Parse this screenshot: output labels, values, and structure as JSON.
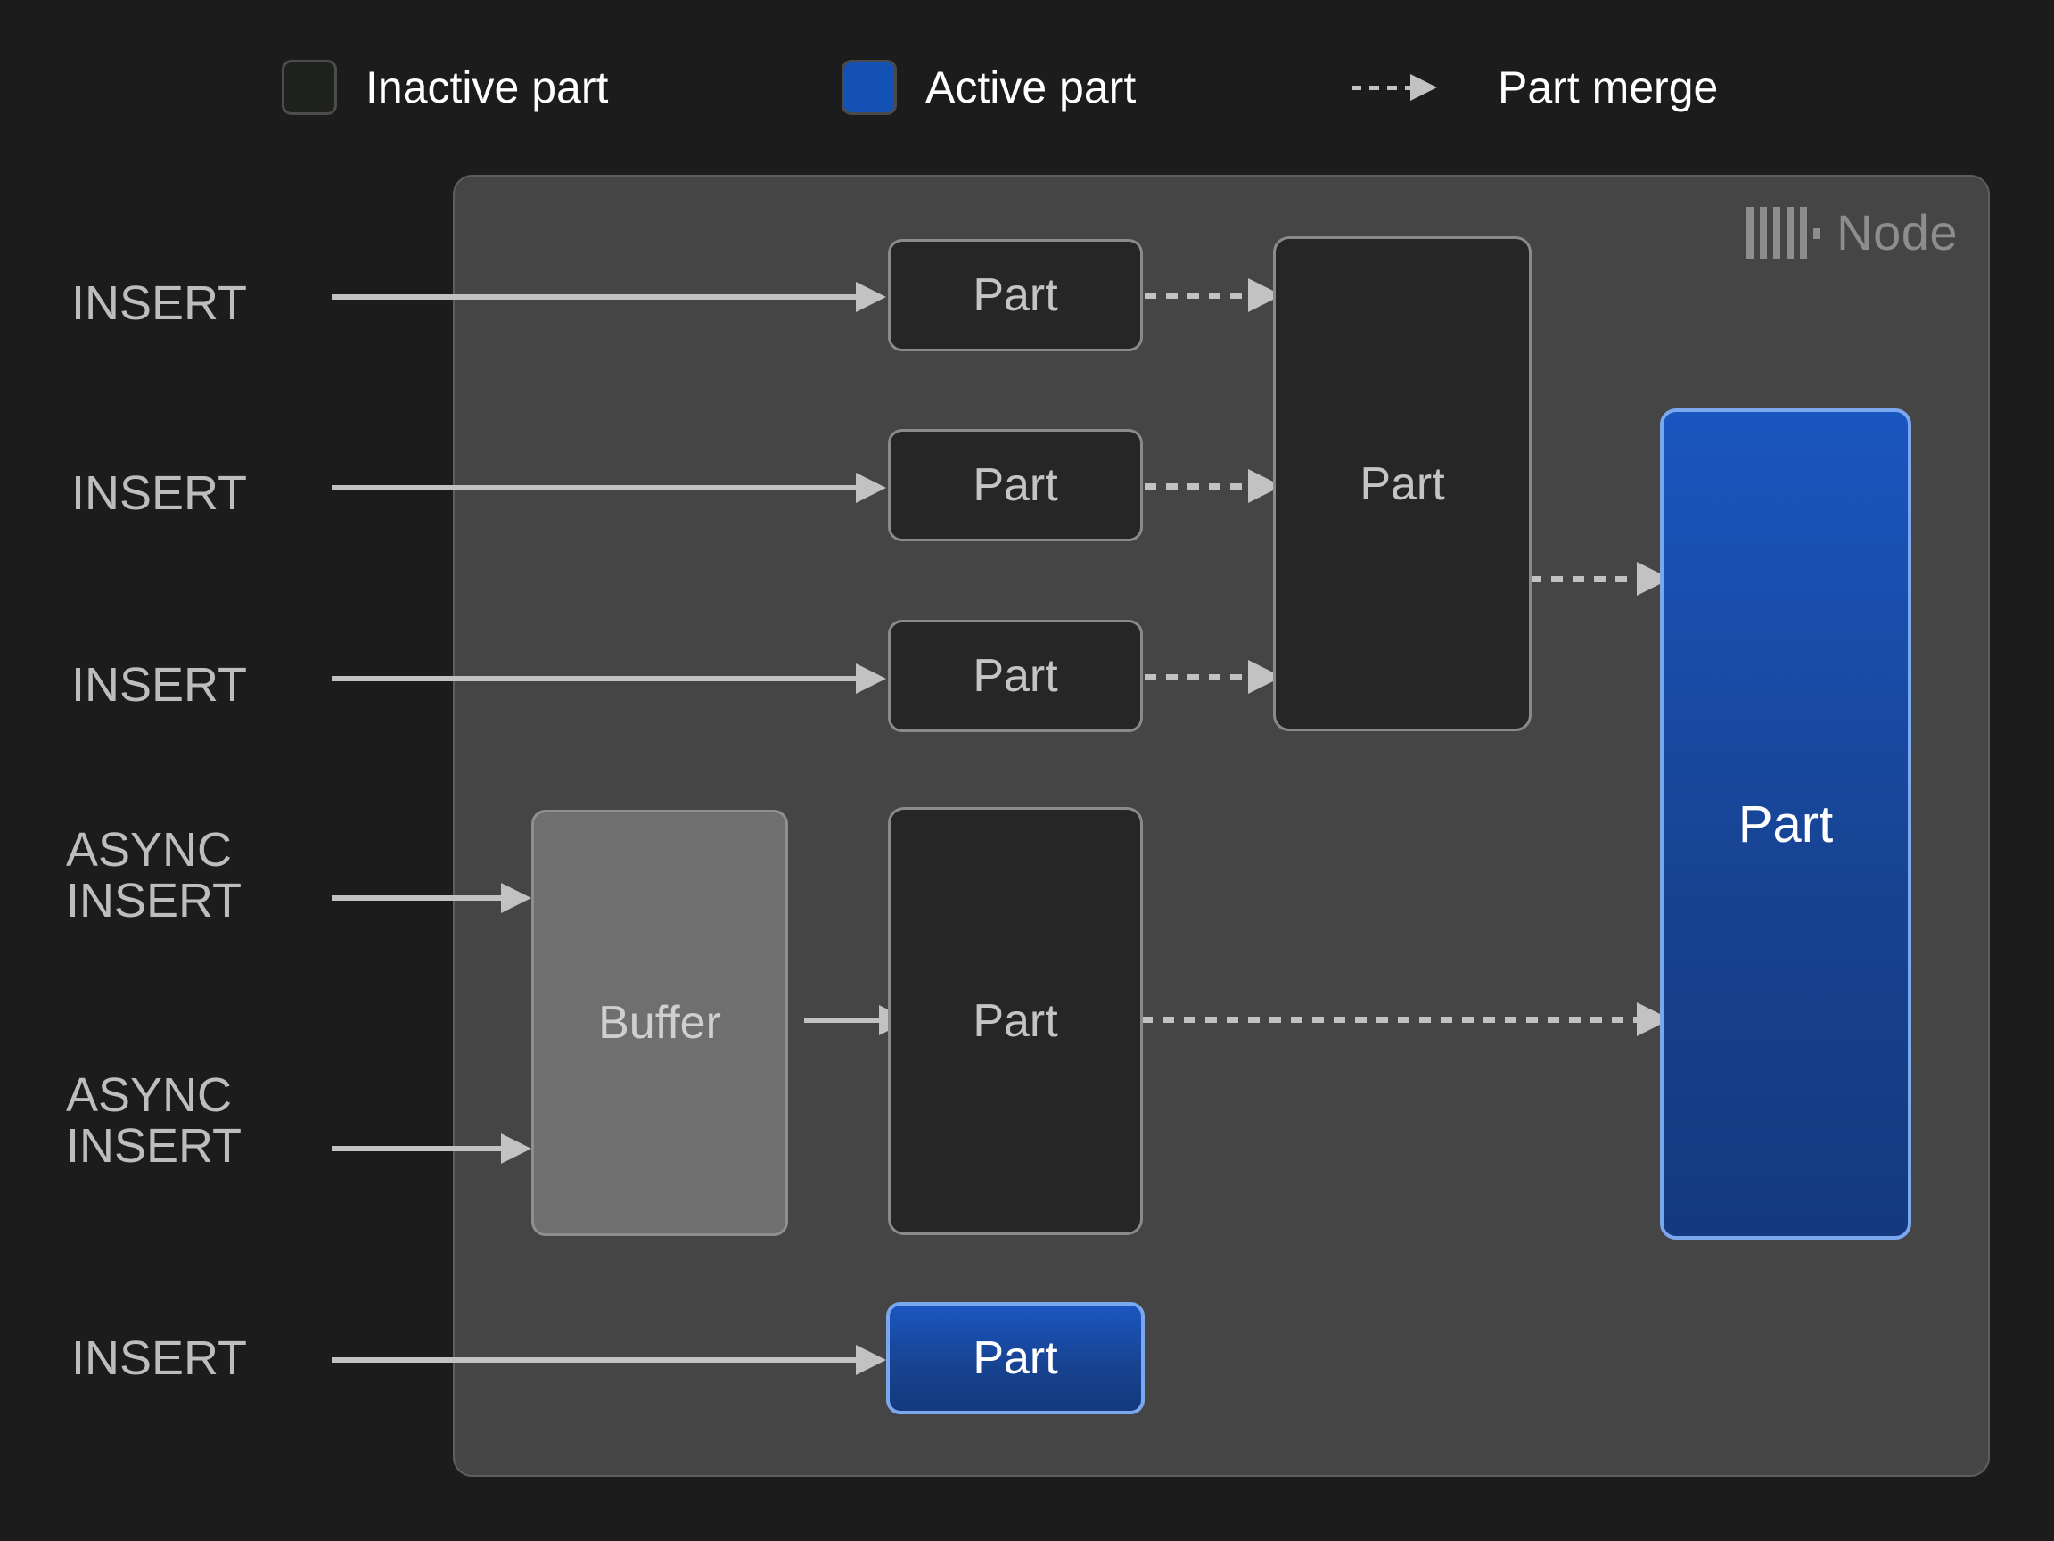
{
  "legend": {
    "items": [
      {
        "id": "inactive-part",
        "label": "Inactive part",
        "swatch": "square",
        "color": "#1e211c"
      },
      {
        "id": "active-part",
        "label": "Active part",
        "swatch": "square",
        "color": "#1351b5"
      },
      {
        "id": "part-merge",
        "label": "Part merge",
        "swatch": "dashed-arrow",
        "color": "#c2c2c2"
      }
    ]
  },
  "node": {
    "label": "Node",
    "logo_icon": "clickhouse-logo-icon"
  },
  "sources": [
    {
      "id": "insert-1",
      "text": "INSERT"
    },
    {
      "id": "insert-2",
      "text": "INSERT"
    },
    {
      "id": "insert-3",
      "text": "INSERT"
    },
    {
      "id": "async-insert-1",
      "text": "ASYNC\nINSERT"
    },
    {
      "id": "async-insert-2",
      "text": "ASYNC\nINSERT"
    },
    {
      "id": "insert-4",
      "text": "INSERT"
    }
  ],
  "boxes": {
    "part_1": {
      "label": "Part",
      "state": "inactive"
    },
    "part_2": {
      "label": "Part",
      "state": "inactive"
    },
    "part_3": {
      "label": "Part",
      "state": "inactive"
    },
    "merged_part": {
      "label": "Part",
      "state": "inactive"
    },
    "buffer": {
      "label": "Buffer",
      "state": "buffer"
    },
    "buffer_part": {
      "label": "Part",
      "state": "inactive"
    },
    "active_part_big": {
      "label": "Part",
      "state": "active"
    },
    "active_part_small": {
      "label": "Part",
      "state": "active"
    }
  },
  "colors": {
    "page_background": "#1c1c1c",
    "node_background": "#454545",
    "node_border": "#5e5e5e",
    "inactive_fill": "#262626",
    "inactive_border": "#8a8a8a",
    "buffer_fill": "#6f6f6f",
    "active_fill": "#1a56c0",
    "active_border": "#7ba7ef",
    "arrow": "#c2c2c2",
    "label_text": "#bdbdbd",
    "legend_text": "#ffffff",
    "node_label_text": "#8d8d8d"
  }
}
